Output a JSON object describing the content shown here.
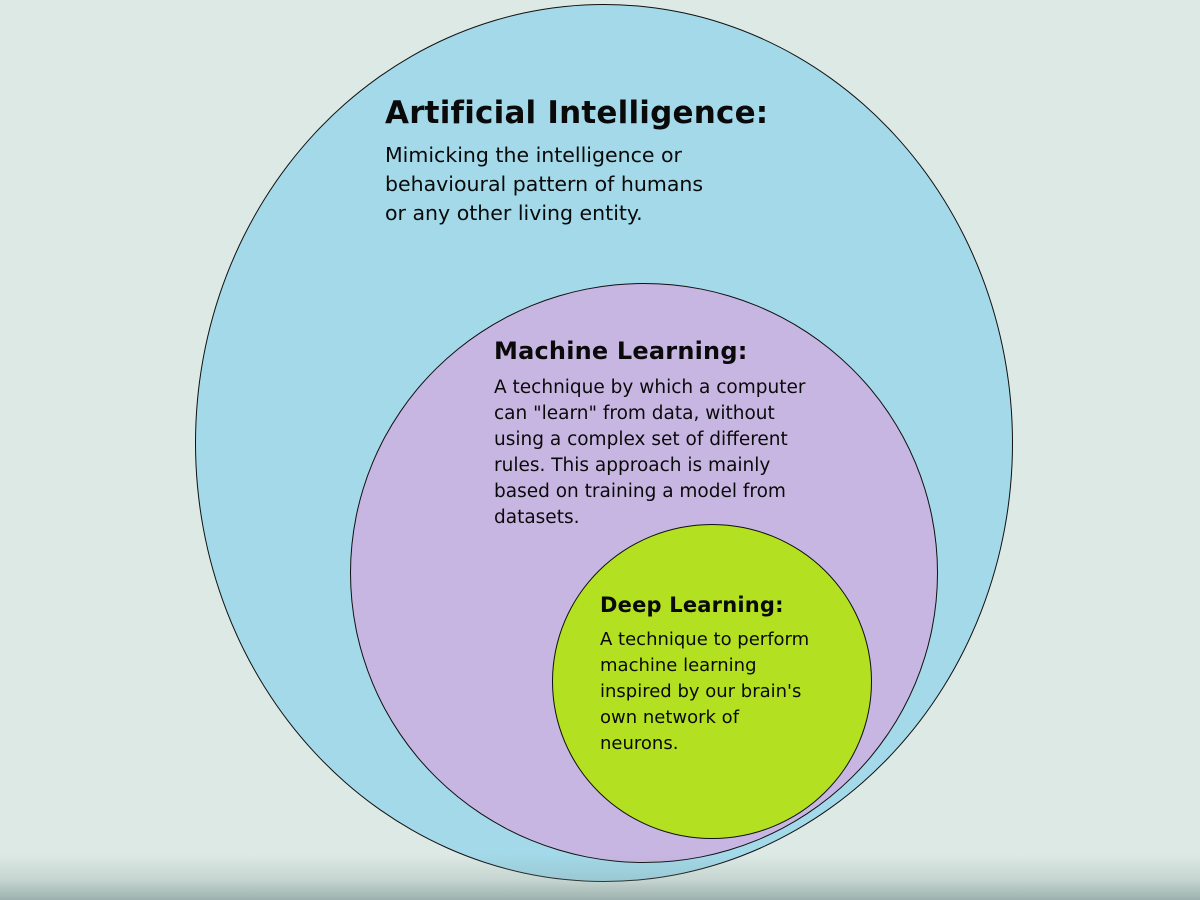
{
  "diagram": {
    "ai": {
      "title": "Artificial Intelligence:",
      "description": "Mimicking the intelligence or\nbehavioural pattern of humans\nor any other living entity."
    },
    "ml": {
      "title": "Machine Learning:",
      "description": "A technique by which a computer\ncan \"learn\" from data, without\nusing a complex set of different\nrules. This approach is mainly\nbased on training a model from\ndatasets."
    },
    "dl": {
      "title": "Deep Learning:",
      "description": "A technique to perform\nmachine learning\ninspired by our brain's\nown network of\nneurons."
    },
    "colors": {
      "background": "#dde9e4",
      "ai_circle": "#a3d9e9",
      "ml_circle": "#c8b6e2",
      "dl_circle": "#b3e021",
      "outline": "#101010"
    }
  }
}
